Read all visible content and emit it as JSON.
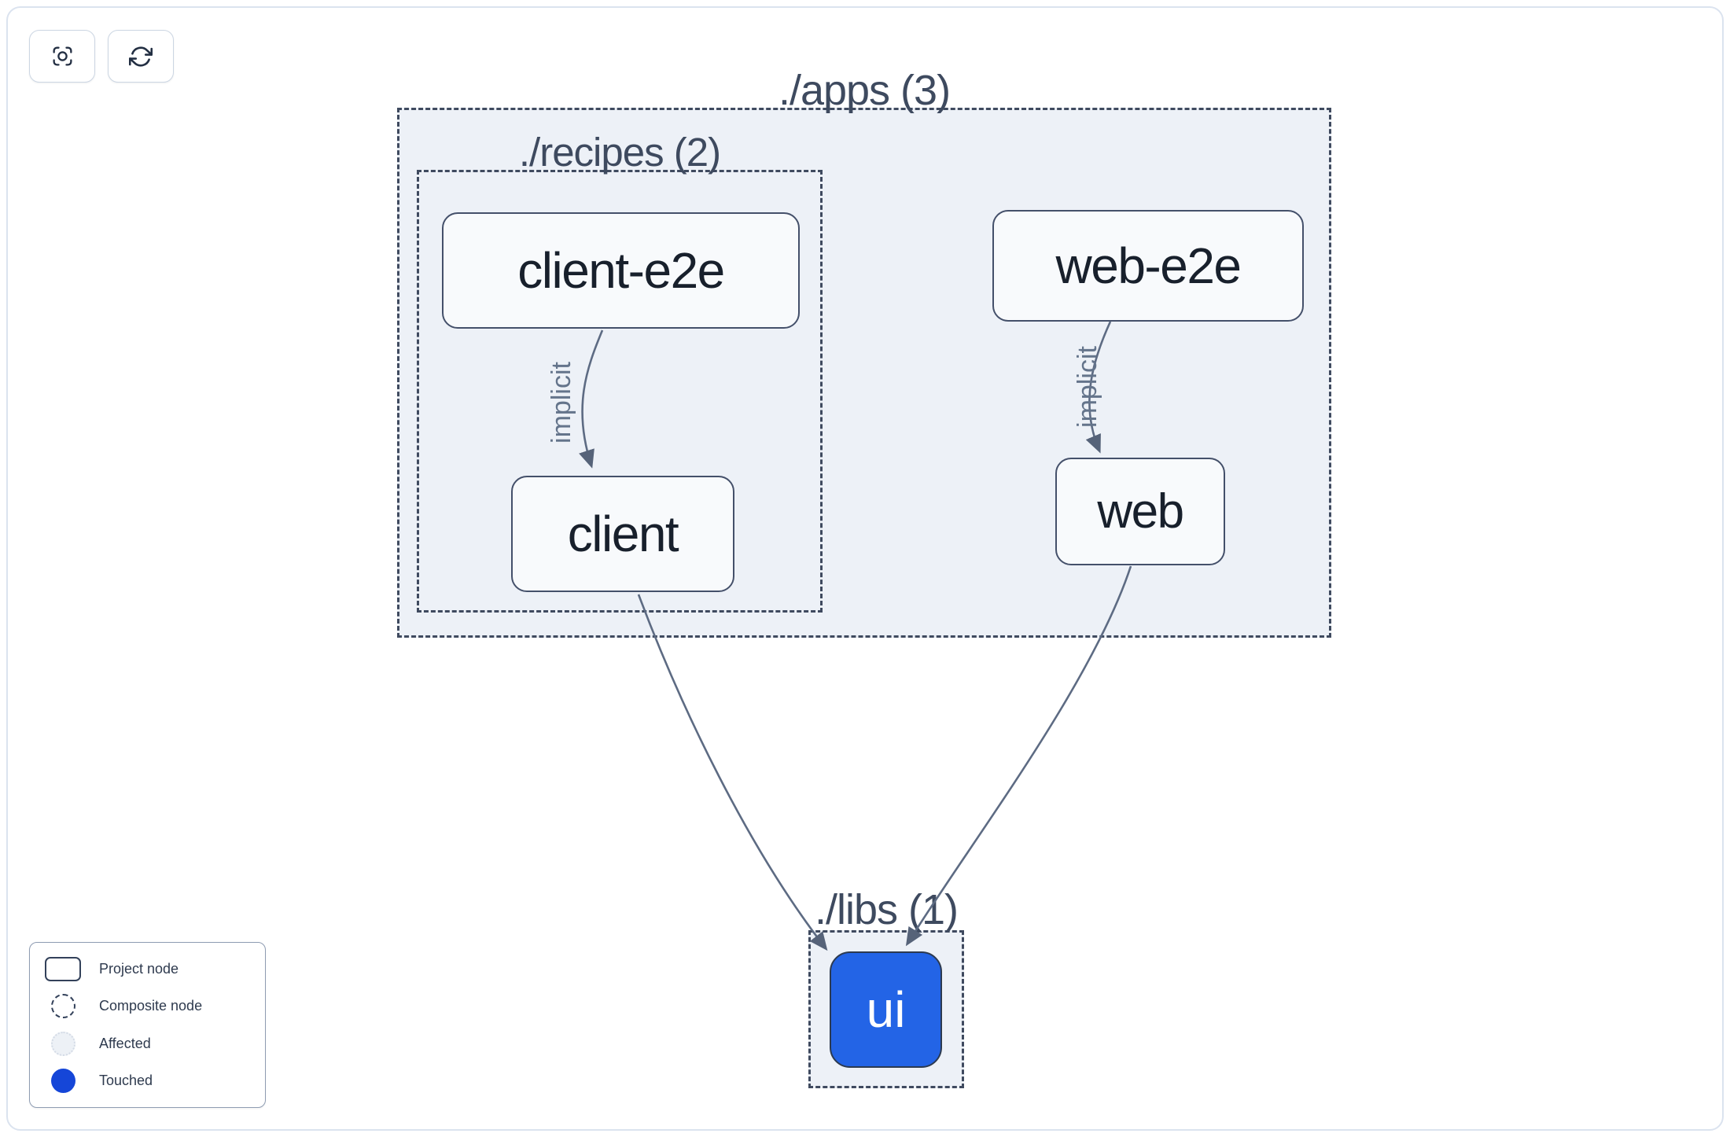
{
  "toolbar": {
    "buttons": [
      {
        "name": "focus",
        "icon": "focus-icon"
      },
      {
        "name": "refresh",
        "icon": "refresh-icon"
      }
    ]
  },
  "graph": {
    "composites": {
      "apps": {
        "label": "./apps (3)",
        "project_count": 3
      },
      "recipes": {
        "label": "./recipes (2)",
        "project_count": 2
      },
      "libs": {
        "label": "./libs (1)",
        "project_count": 1
      }
    },
    "nodes": {
      "client_e2e": {
        "label": "client-e2e",
        "state": "normal"
      },
      "web_e2e": {
        "label": "web-e2e",
        "state": "normal"
      },
      "client": {
        "label": "client",
        "state": "normal"
      },
      "web": {
        "label": "web",
        "state": "normal"
      },
      "ui": {
        "label": "ui",
        "state": "touched"
      }
    },
    "edges": [
      {
        "source": "client-e2e",
        "target": "client",
        "label": "implicit"
      },
      {
        "source": "web-e2e",
        "target": "web",
        "label": "implicit"
      },
      {
        "source": "client",
        "target": "ui",
        "label": ""
      },
      {
        "source": "web",
        "target": "ui",
        "label": ""
      }
    ]
  },
  "legend": {
    "items": [
      {
        "icon": "project-node-icon",
        "label": "Project node"
      },
      {
        "icon": "composite-node-icon",
        "label": "Composite node"
      },
      {
        "icon": "affected-icon",
        "label": "Affected"
      },
      {
        "icon": "touched-icon",
        "label": "Touched"
      }
    ]
  },
  "colors": {
    "touched_node_blue": "#2364e6",
    "legend_touched_blue": "#1546d8",
    "edge": "#5d6b83",
    "composite_border": "#3f4a5f",
    "composite_background": "#edf1f7",
    "node_background": "#f8fafc",
    "node_border": "#44506a",
    "node_text": "#18202c",
    "composite_label_text": "#3e4a5f"
  }
}
